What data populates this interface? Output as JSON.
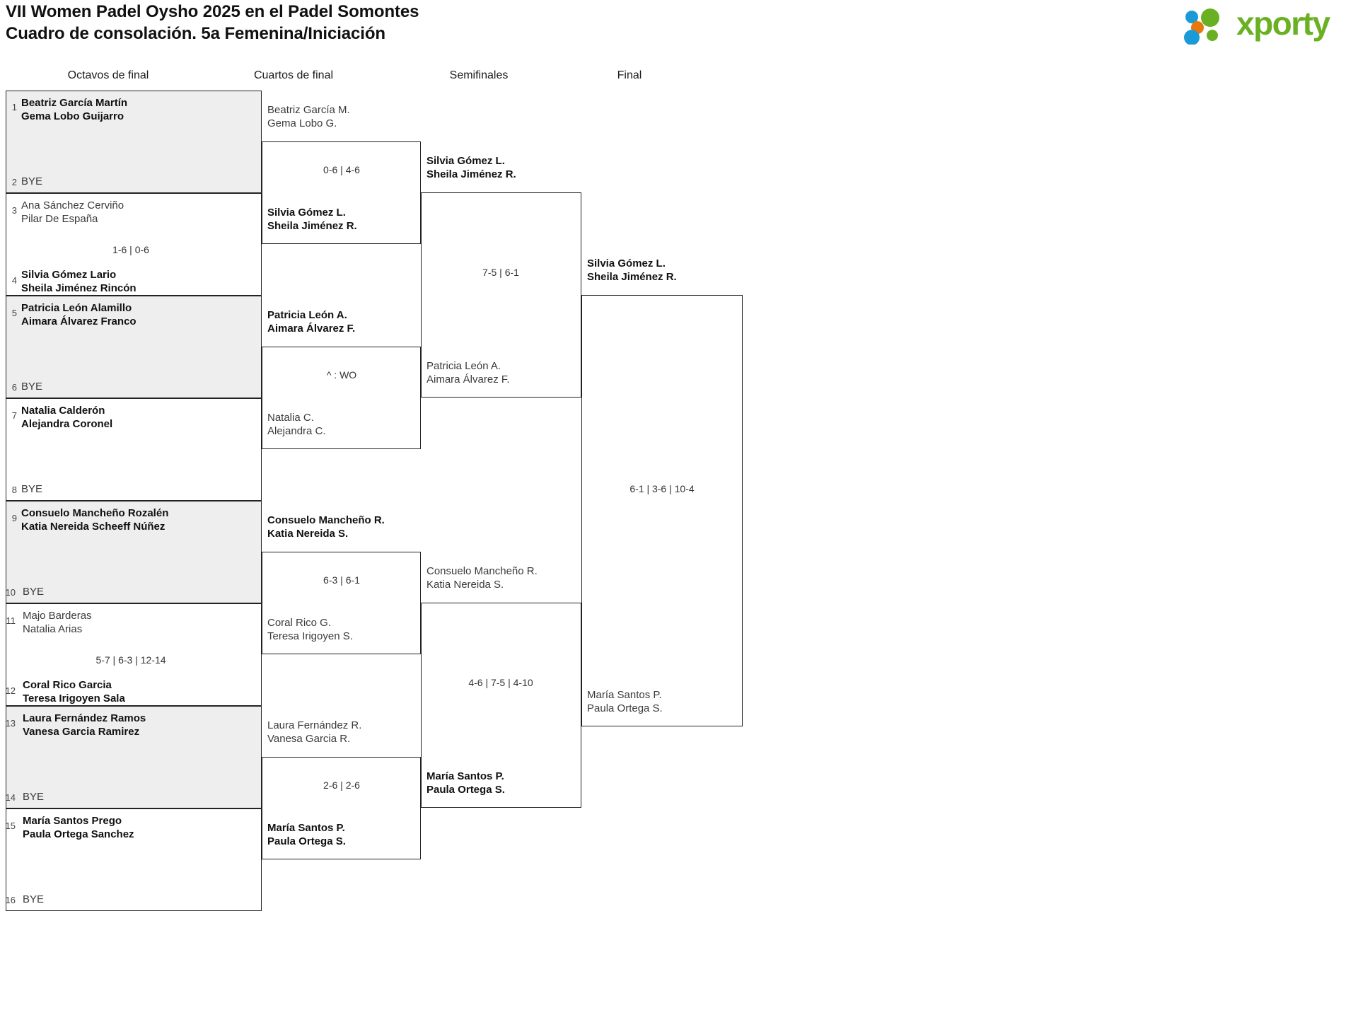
{
  "header": {
    "title_line1": "VII Women Padel Oysho 2025 en el Padel Somontes",
    "title_line2": "Cuadro de consolación. 5a Femenina/Iniciación",
    "logo_text": "xporty",
    "logo_colors": {
      "green": "#6ab023",
      "blue": "#1b9ad6",
      "orange": "#e8780c"
    }
  },
  "rounds": [
    {
      "label": "Octavos de final"
    },
    {
      "label": "Cuartos de final"
    },
    {
      "label": "Semifinales"
    },
    {
      "label": "Final"
    }
  ],
  "round1": {
    "matches": [
      {
        "shaded": true,
        "seed_top": "1",
        "top_line1": "Beatriz García Martín",
        "top_line2": "Gema Lobo Guijarro",
        "top_winner": true,
        "seed_bottom": "2",
        "bottom_bye": "BYE",
        "score": ""
      },
      {
        "shaded": false,
        "seed_top": "3",
        "top_line1": "Ana Sánchez Cerviño",
        "top_line2": "Pilar De España",
        "top_winner": false,
        "seed_bottom": "4",
        "bottom_line1": "Silvia Gómez Lario",
        "bottom_line2": "Sheila Jiménez Rincón",
        "bottom_winner": true,
        "score": "1-6 | 0-6"
      },
      {
        "shaded": true,
        "seed_top": "5",
        "top_line1": "Patricia León Alamillo",
        "top_line2": "Aimara Álvarez Franco",
        "top_winner": true,
        "seed_bottom": "6",
        "bottom_bye": "BYE",
        "score": ""
      },
      {
        "shaded": false,
        "seed_top": "7",
        "top_line1": "Natalia Calderón",
        "top_line2": "Alejandra Coronel",
        "top_winner": true,
        "seed_bottom": "8",
        "bottom_bye": "BYE",
        "score": ""
      },
      {
        "shaded": true,
        "seed_top": "9",
        "top_line1": "Consuelo Mancheño Rozalén",
        "top_line2": "Katia Nereida Scheeff Núñez",
        "top_winner": true,
        "seed_bottom": "10",
        "bottom_bye": "BYE",
        "score": ""
      },
      {
        "shaded": false,
        "seed_top": "11",
        "top_line1": "Majo Barderas",
        "top_line2": "Natalia Arias",
        "top_winner": false,
        "seed_bottom": "12",
        "bottom_line1": "Coral Rico Garcia",
        "bottom_line2": "Teresa Irigoyen Sala",
        "bottom_winner": true,
        "score": "5-7 | 6-3 | 12-14"
      },
      {
        "shaded": true,
        "seed_top": "13",
        "top_line1": "Laura Fernández Ramos",
        "top_line2": "Vanesa Garcia Ramirez",
        "top_winner": true,
        "seed_bottom": "14",
        "bottom_bye": "BYE",
        "score": ""
      },
      {
        "shaded": false,
        "seed_top": "15",
        "top_line1": "María Santos Prego",
        "top_line2": "Paula Ortega Sanchez",
        "top_winner": true,
        "seed_bottom": "16",
        "bottom_bye": "BYE",
        "score": ""
      }
    ]
  },
  "round2": {
    "matches": [
      {
        "top_line1": "Beatriz García M.",
        "top_line2": "Gema Lobo G.",
        "top_winner": false,
        "bottom_line1": "Silvia Gómez L.",
        "bottom_line2": "Sheila Jiménez R.",
        "bottom_winner": true,
        "score": "0-6 | 4-6"
      },
      {
        "top_line1": "Patricia León A.",
        "top_line2": "Aimara Álvarez F.",
        "top_winner": true,
        "bottom_line1": "Natalia C.",
        "bottom_line2": "Alejandra C.",
        "bottom_winner": false,
        "score": "^ : WO"
      },
      {
        "top_line1": "Consuelo Mancheño R.",
        "top_line2": "Katia Nereida S.",
        "top_winner": true,
        "bottom_line1": "Coral Rico G.",
        "bottom_line2": "Teresa Irigoyen S.",
        "bottom_winner": false,
        "score": "6-3 | 6-1"
      },
      {
        "top_line1": "Laura Fernández R.",
        "top_line2": "Vanesa Garcia R.",
        "top_winner": false,
        "bottom_line1": "María Santos P.",
        "bottom_line2": "Paula Ortega S.",
        "bottom_winner": true,
        "score": "2-6 | 2-6"
      }
    ]
  },
  "round3": {
    "matches": [
      {
        "top_line1": "Silvia Gómez L.",
        "top_line2": "Sheila Jiménez R.",
        "top_winner": true,
        "bottom_line1": "Patricia León A.",
        "bottom_line2": "Aimara Álvarez F.",
        "bottom_winner": false,
        "score": "7-5 | 6-1"
      },
      {
        "top_line1": "Consuelo Mancheño R.",
        "top_line2": "Katia Nereida S.",
        "top_winner": false,
        "bottom_line1": "María Santos P.",
        "bottom_line2": "Paula Ortega S.",
        "bottom_winner": true,
        "score": "4-6 | 7-5 | 4-10"
      }
    ]
  },
  "round4": {
    "matches": [
      {
        "top_line1": "Silvia Gómez L.",
        "top_line2": "Sheila Jiménez R.",
        "top_winner": true,
        "bottom_line1": "María Santos P.",
        "bottom_line2": "Paula Ortega S.",
        "bottom_winner": false,
        "score": "6-1 | 3-6 | 10-4"
      }
    ]
  }
}
